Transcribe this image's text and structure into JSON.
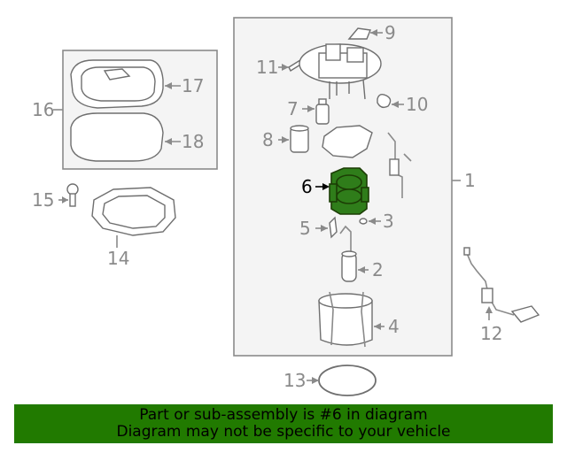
{
  "callouts": {
    "c1": "1",
    "c2": "2",
    "c3": "3",
    "c4": "4",
    "c5": "5",
    "c6": "6",
    "c7": "7",
    "c8": "8",
    "c9": "9",
    "c10": "10",
    "c11": "11",
    "c12": "12",
    "c13": "13",
    "c14": "14",
    "c15": "15",
    "c16": "16",
    "c17": "17",
    "c18": "18"
  },
  "highlighted_part": "6",
  "colors": {
    "banner_bg": "#217a00",
    "highlight": "#2f7d1a",
    "line": "#8a8a8a",
    "box_fill": "#f4f4f4"
  },
  "banner": {
    "line1": "Part or sub-assembly is #6 in diagram",
    "line2": "Diagram may not be specific to your vehicle"
  }
}
